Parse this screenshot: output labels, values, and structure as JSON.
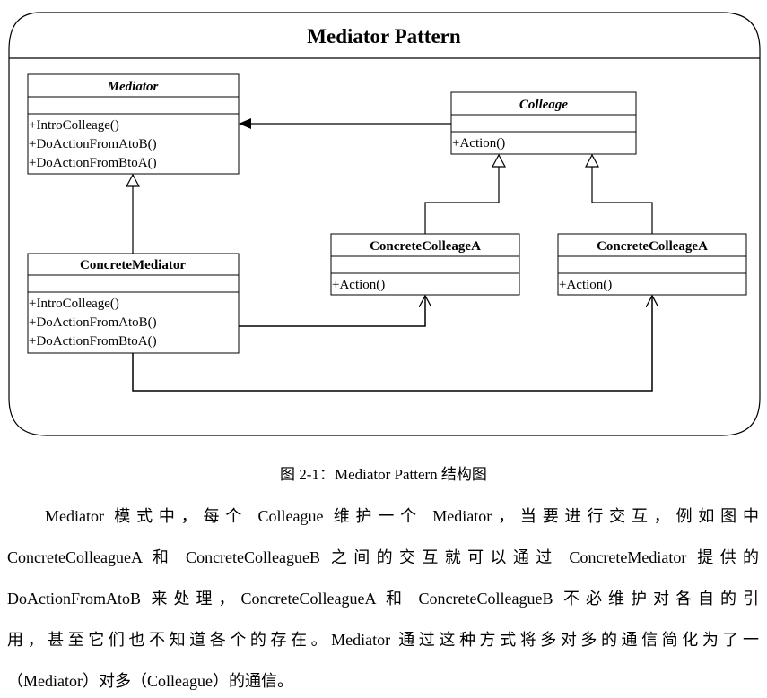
{
  "diagram": {
    "title": "Mediator Pattern",
    "mediator": {
      "name": "Mediator",
      "methods": [
        "+IntroColleage()",
        "+DoActionFromAtoB()",
        "+DoActionFromBtoA()"
      ]
    },
    "colleage": {
      "name": "Colleage",
      "methods": [
        "+Action()"
      ]
    },
    "concrete_mediator": {
      "name": "ConcreteMediator",
      "methods": [
        "+IntroColleage()",
        "+DoActionFromAtoB()",
        "+DoActionFromBtoA()"
      ]
    },
    "concrete_colleage_a": {
      "name": "ConcreteColleageA",
      "methods": [
        "+Action()"
      ]
    },
    "concrete_colleage_b": {
      "name": "ConcreteColleageA",
      "methods": [
        "+Action()"
      ]
    }
  },
  "caption": "图 2-1：Mediator Pattern 结构图",
  "paragraph_lines": [
    "Mediator 模式中，每个 Colleague 维护一个 Mediator，当要进行交互，例如图中",
    "ConcreteColleagueA 和 ConcreteColleagueB 之间的交互就可以通过 ConcreteMediator 提供的",
    "DoActionFromAtoB 来处理，ConcreteColleagueA 和 ConcreteColleagueB 不必维护对各自的引",
    "用，甚至它们也不知道各个的存在。Mediator 通过这种方式将多对多的通信简化为了一",
    "（Mediator）对多（Colleague）的通信。"
  ]
}
